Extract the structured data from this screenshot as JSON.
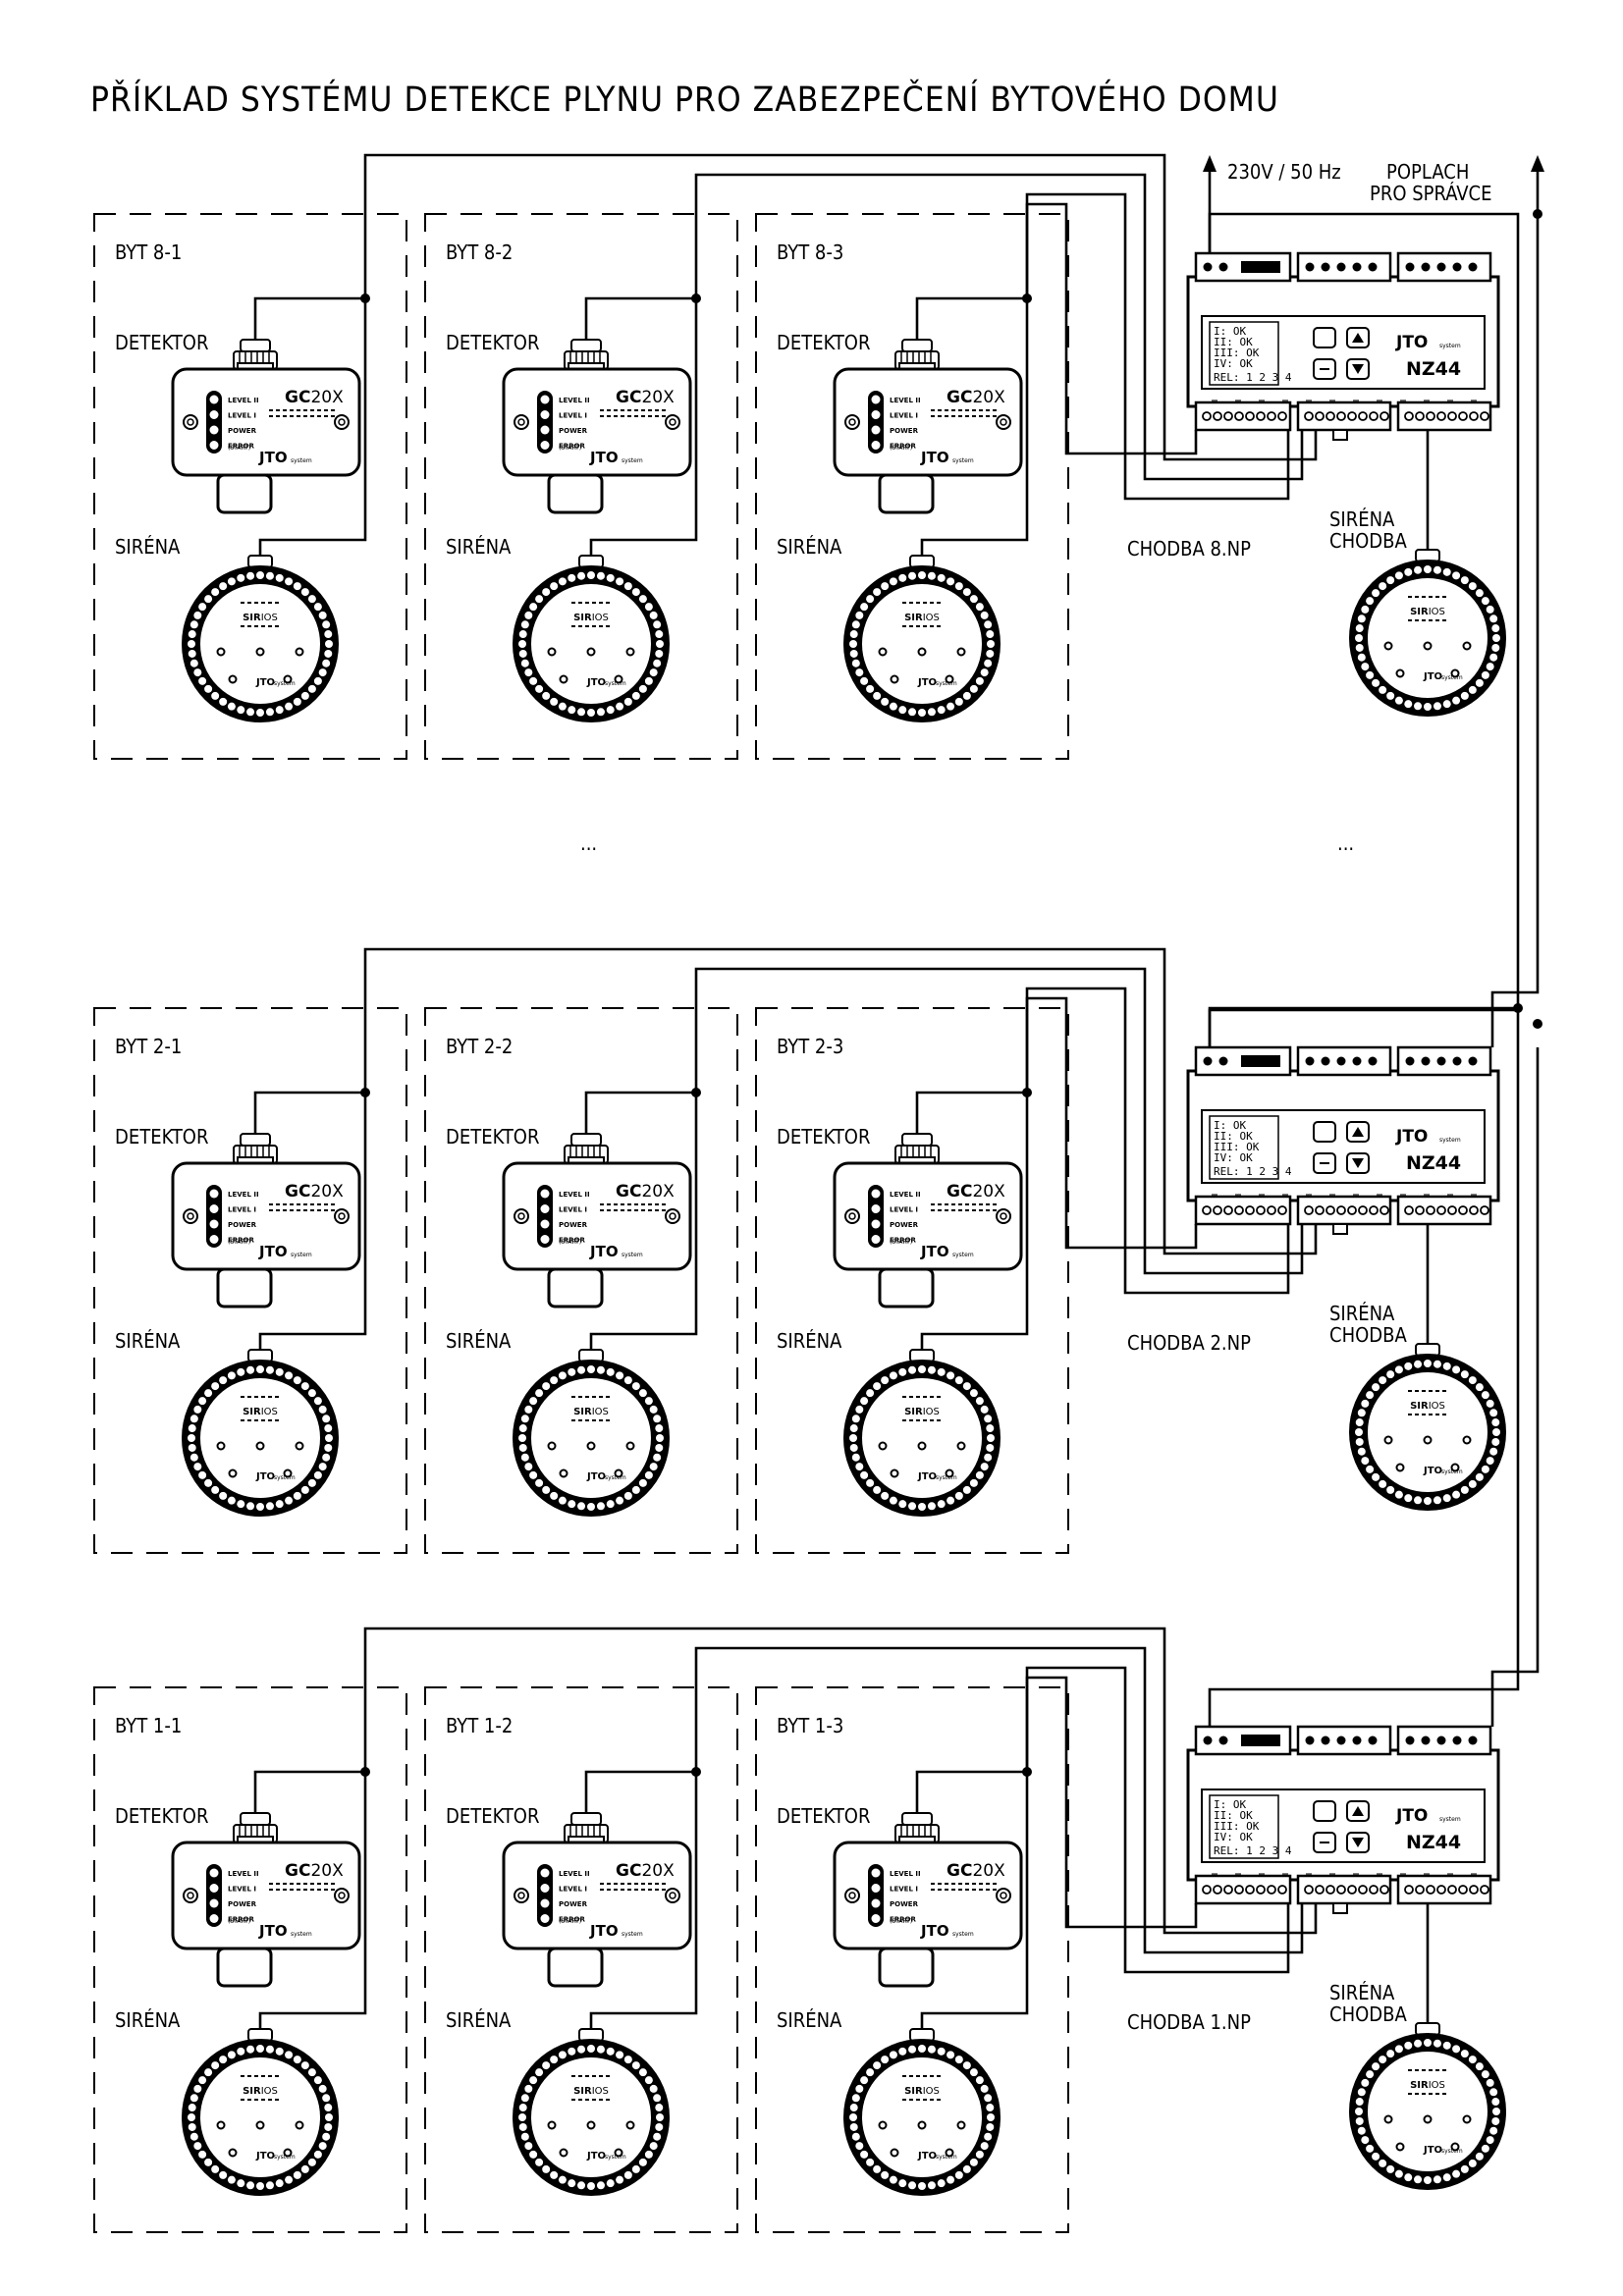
{
  "title": "PŘÍKLAD SYSTÉMU DETEKCE PLYNU PRO ZABEZPEČENÍ BYTOVÉHO DOMU",
  "supply": {
    "power_label": "230V / 50 Hz",
    "alarm_label_1": "POPLACH",
    "alarm_label_2": "PRO SPRÁVCE"
  },
  "labels": {
    "detector": "DETEKTOR",
    "siren": "SIRÉNA",
    "corridor_siren_1": "SIRÉNA",
    "corridor_siren_2": "CHODBA",
    "ellipsis": "..."
  },
  "floors": [
    {
      "corridor": "CHODBA 8.NP",
      "apartments": [
        "BYT 8-1",
        "BYT 8-2",
        "BYT 8-3"
      ]
    },
    {
      "corridor": "CHODBA 2.NP",
      "apartments": [
        "BYT 2-1",
        "BYT 2-2",
        "BYT 2-3"
      ]
    },
    {
      "corridor": "CHODBA 1.NP",
      "apartments": [
        "BYT 1-1",
        "BYT 1-2",
        "BYT 1-3"
      ]
    }
  ],
  "detector_device": {
    "model_prefix": "GC",
    "model_suffix": "20X",
    "leds": [
      "LEVEL II",
      "LEVEL I",
      "POWER",
      "ERROR"
    ],
    "error_sub": "(START)",
    "brand": "JTO",
    "brand_sub": "system"
  },
  "siren_device": {
    "model_bold": "SIR",
    "model_rest": "IOS",
    "brand": "JTO",
    "brand_sub": "system"
  },
  "controller": {
    "model": "NZ44",
    "brand": "JTO",
    "brand_sub": "system",
    "lcd_rows": [
      "I: OK",
      "II: OK",
      "III: OK",
      "IV: OK"
    ],
    "lcd_rel": "REL: 1 2 3 4"
  }
}
